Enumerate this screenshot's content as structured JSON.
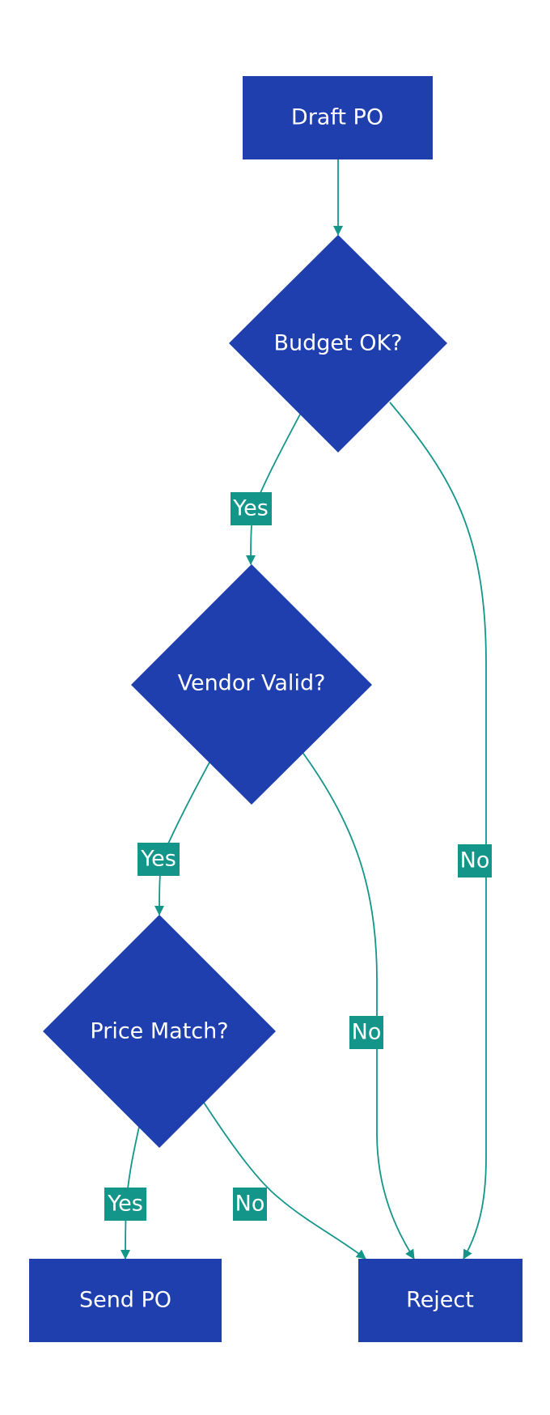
{
  "diagram": {
    "colors": {
      "node_fill": "#1f3faf",
      "node_text": "#ffffff",
      "edge": "#14958a",
      "label_fill": "#14958a",
      "label_text": "#ffffff"
    },
    "nodes": {
      "draft_po": {
        "label": "Draft PO",
        "shape": "rectangle"
      },
      "budget_ok": {
        "label": "Budget OK?",
        "shape": "diamond"
      },
      "vendor_valid": {
        "label": "Vendor Valid?",
        "shape": "diamond"
      },
      "price_match": {
        "label": "Price Match?",
        "shape": "diamond"
      },
      "send_po": {
        "label": "Send PO",
        "shape": "rectangle"
      },
      "reject": {
        "label": "Reject",
        "shape": "rectangle"
      }
    },
    "edges": [
      {
        "from": "Draft PO",
        "to": "Budget OK?",
        "label": ""
      },
      {
        "from": "Budget OK?",
        "to": "Vendor Valid?",
        "label": "Yes"
      },
      {
        "from": "Budget OK?",
        "to": "Reject",
        "label": "No"
      },
      {
        "from": "Vendor Valid?",
        "to": "Price Match?",
        "label": "Yes"
      },
      {
        "from": "Vendor Valid?",
        "to": "Reject",
        "label": "No"
      },
      {
        "from": "Price Match?",
        "to": "Send PO",
        "label": "Yes"
      },
      {
        "from": "Price Match?",
        "to": "Reject",
        "label": "No"
      }
    ]
  }
}
